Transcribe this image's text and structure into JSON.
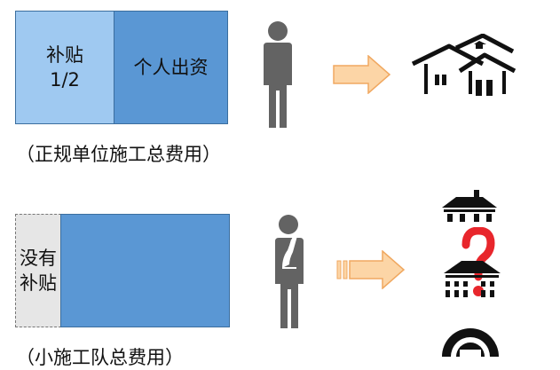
{
  "top": {
    "subsidy_label": "补贴",
    "subsidy_fraction": "1/2",
    "personal_label": "个人出资",
    "caption": "（正规单位施工总费用）"
  },
  "bottom": {
    "no_subsidy_line1": "没有",
    "no_subsidy_line2": "补贴",
    "caption": "（小施工队总费用）"
  },
  "icons": {
    "top_person": "person-standing-icon",
    "top_arrow": "arrow-right-icon",
    "top_houses": "houses-icon",
    "bottom_person": "person-thinking-icon",
    "bottom_arrow": "arrow-right-icon",
    "bottom_house1": "house-icon",
    "bottom_question": "question-mark-icon",
    "bottom_house2": "house-icon",
    "bottom_dome": "dome-icon"
  },
  "colors": {
    "subsidy_fill": "#9fc9f1",
    "personal_fill": "#5a97d4",
    "no_subsidy_fill": "#e6e6e6",
    "bar_fill": "#5a97d4",
    "arrow_fill": "#fcd5a6",
    "arrow_stroke": "#f0a860",
    "person_fill": "#636363",
    "question_fill": "#e8262c"
  }
}
